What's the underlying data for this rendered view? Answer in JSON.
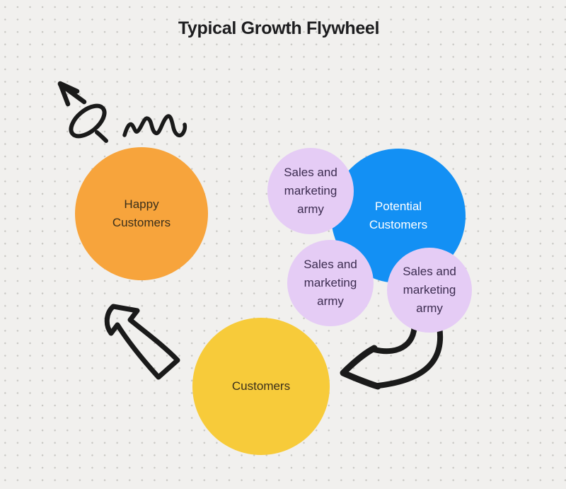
{
  "canvas": {
    "background_color": "#F1F0EE",
    "dot_color": "#C7C6C2"
  },
  "title": {
    "text": "Typical Growth Flywheel",
    "color": "#1D1D1F"
  },
  "nodes": {
    "potential_customers": {
      "label": "Potential Customers",
      "fill": "#1390F4",
      "text_color": "#FFFFFF"
    },
    "sales_army_1": {
      "label": "Sales and marketing army",
      "fill": "#E5CCF5",
      "text_color": "#3C2C50"
    },
    "sales_army_2": {
      "label": "Sales and marketing army",
      "fill": "#E5CCF5",
      "text_color": "#3C2C50"
    },
    "sales_army_3": {
      "label": "Sales and marketing army",
      "fill": "#E5CCF5",
      "text_color": "#3C2C50"
    },
    "happy_customers": {
      "label": "Happy Customers",
      "fill": "#F7A43C",
      "text_color": "#3A2F1B"
    },
    "customers": {
      "label": "Customers",
      "fill": "#F7CB3A",
      "text_color": "#3A2F1B"
    }
  },
  "arrows": {
    "stroke_color": "#1A1A1A",
    "items": [
      {
        "name": "loop-arrow",
        "description": "hand-drawn arrow with loop pointing up-left from Happy Customers"
      },
      {
        "name": "burst-scribble",
        "description": "zigzag scribble above Happy Customers"
      },
      {
        "name": "block-arrow",
        "description": "outlined block arrow from Customers to Happy Customers"
      },
      {
        "name": "curved-arrow",
        "description": "curved outlined arrow from Sales and marketing army to Customers"
      }
    ]
  }
}
